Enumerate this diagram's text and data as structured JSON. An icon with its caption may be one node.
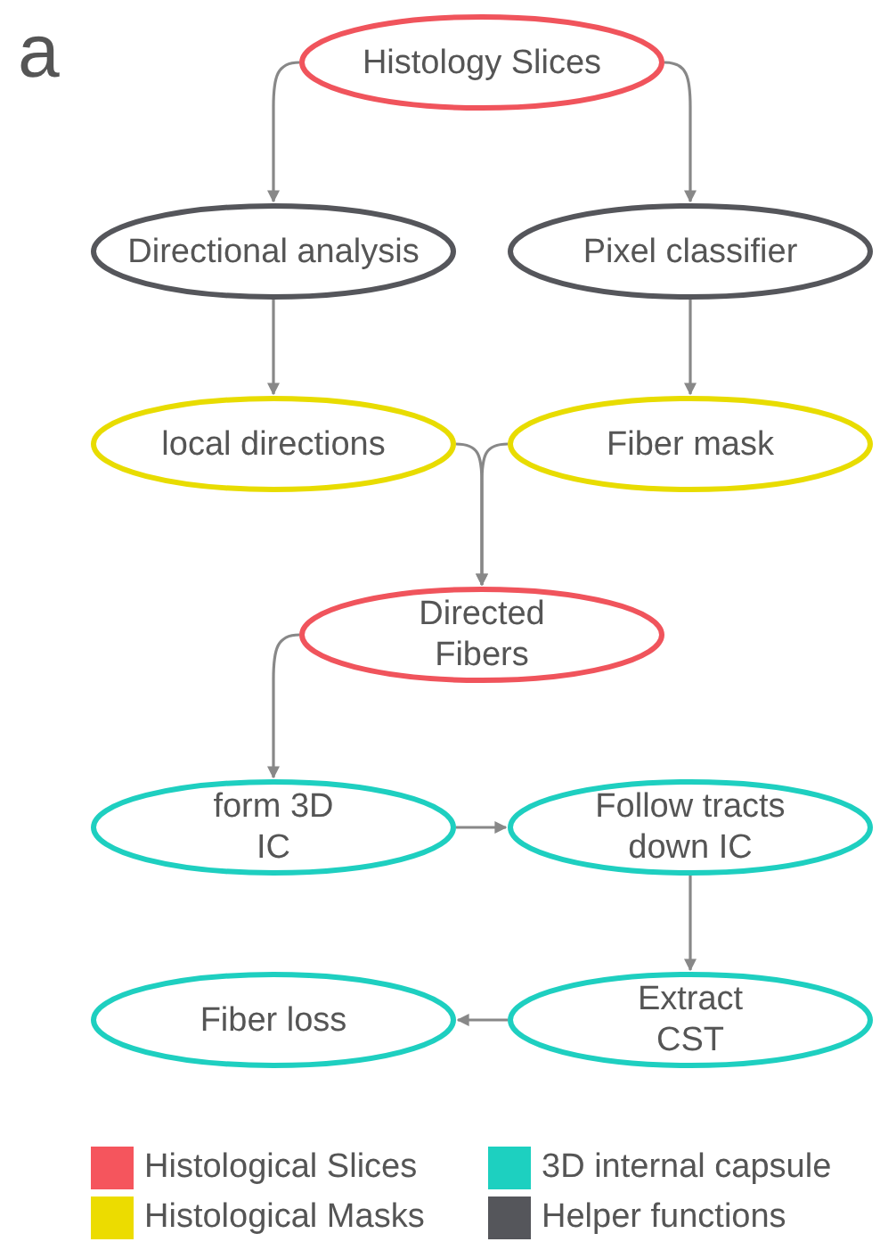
{
  "diagram": {
    "nodes": [
      {
        "text": [
          "Histology Slices"
        ]
      },
      {
        "text": [
          "Directional analysis"
        ]
      },
      {
        "text": [
          "Pixel classifier"
        ]
      },
      {
        "text": [
          "local directions"
        ]
      },
      {
        "text": [
          "Fiber mask"
        ]
      },
      {
        "text": [
          "Directed Fibers"
        ]
      },
      {
        "text": [
          "form 3D IC"
        ]
      },
      {
        "text": [
          "Follow tracts down IC"
        ]
      },
      {
        "text": [
          "Extract CST"
        ]
      },
      {
        "text": [
          "Fiber loss"
        ]
      }
    ],
    "edges": [
      {
        "from": 0,
        "to": 1,
        "arrow": "to"
      },
      {
        "from": 0,
        "to": 2,
        "arrow": "to"
      },
      {
        "from": 1,
        "to": 3,
        "arrow": "to"
      },
      {
        "from": 2,
        "to": 4,
        "arrow": "to"
      },
      {
        "from": 3,
        "to": 5,
        "arrow": "to"
      },
      {
        "from": 4,
        "to": 5,
        "arrow": "to"
      },
      {
        "from": 5,
        "to": 6,
        "arrow": "to"
      },
      {
        "from": 6,
        "to": 7,
        "arrow": "to"
      },
      {
        "from": 7,
        "to": 8,
        "arrow": "to"
      },
      {
        "from": 8,
        "to": 9,
        "arrow": "to"
      }
    ],
    "labels": [
      "a"
    ],
    "legend": [
      {
        "text": "Histological Slices",
        "color": "#f5555d"
      },
      {
        "text": "3D internal capsule",
        "color": "#1dd0c0"
      },
      {
        "text": "Histological Masks",
        "color": "#ecdc00"
      },
      {
        "text": "Helper functions",
        "color": "#55565b"
      }
    ]
  }
}
